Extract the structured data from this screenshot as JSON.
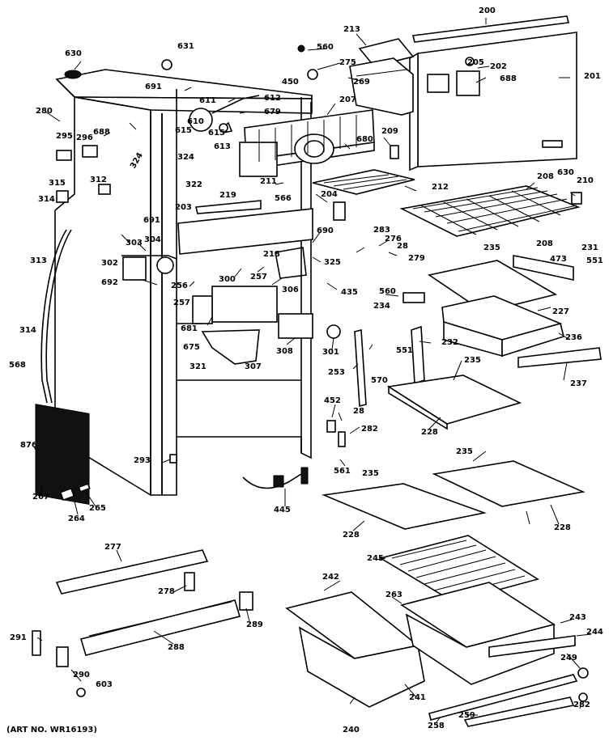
{
  "art_number": "(ART NO. WR16193)",
  "labels": [
    "200",
    "213",
    "560",
    "275",
    "450",
    "269",
    "205",
    "202",
    "688",
    "201",
    "630",
    "631",
    "691",
    "611",
    "612",
    "679",
    "207",
    "209",
    "680",
    "630",
    "280",
    "295",
    "296",
    "688",
    "324",
    "610",
    "615",
    "613",
    "615",
    "324",
    "322",
    "211",
    "566",
    "204",
    "212",
    "208",
    "210",
    "219",
    "203",
    "315",
    "314",
    "312",
    "691",
    "283",
    "276",
    "28",
    "231",
    "208",
    "473",
    "551",
    "235",
    "303",
    "304",
    "690",
    "325",
    "279",
    "302",
    "692",
    "256",
    "300",
    "257",
    "218",
    "306",
    "435",
    "560",
    "227",
    "257",
    "681",
    "234",
    "236",
    "313",
    "675",
    "307",
    "308",
    "301",
    "551",
    "232",
    "314",
    "568",
    "321",
    "253",
    "570",
    "235",
    "237",
    "452",
    "28",
    "282",
    "228",
    "876",
    "293",
    "561",
    "235",
    "235",
    "267",
    "264",
    "265",
    "445",
    "228",
    "228",
    "277",
    "245",
    "278",
    "242",
    "263",
    "243",
    "244",
    "289",
    "291",
    "288",
    "249",
    "290",
    "241",
    "603",
    "258",
    "259",
    "282",
    "240"
  ]
}
